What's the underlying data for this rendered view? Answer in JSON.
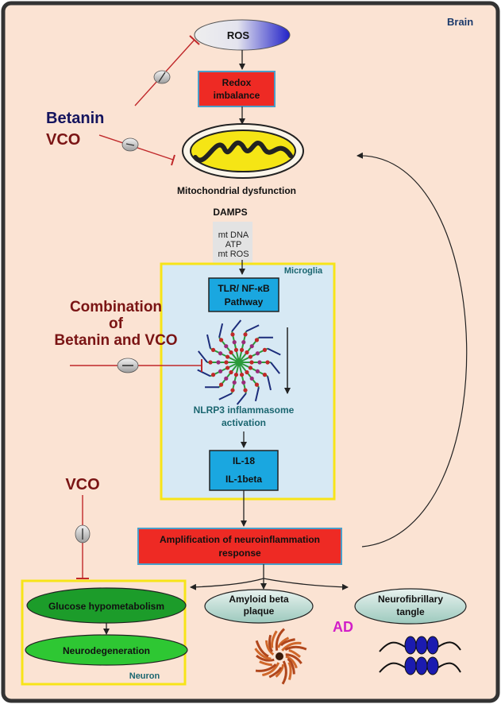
{
  "brain_label": "Brain",
  "ros_label": "ROS",
  "redox_lines": [
    "Redox",
    "imbalance"
  ],
  "betanin_label": "Betanin",
  "vco_label": "VCO",
  "mito_caption": "Mitochondrial dysfunction",
  "damps_title": "DAMPS",
  "damps_items": [
    "mt DNA",
    "ATP",
    "mt ROS"
  ],
  "microglia_label": "Microglia",
  "tlr_lines": [
    "TLR/ NF-κB",
    "Pathway"
  ],
  "combination_lines": [
    "Combination",
    "of",
    "Betanin and VCO"
  ],
  "nlrp3_lines": [
    "NLRP3 inflammasome",
    "activation"
  ],
  "il_lines": [
    "IL-18",
    "IL-1beta"
  ],
  "vco2_label": "VCO",
  "amplification_lines": [
    "Amplification of neuroinflammation",
    "response"
  ],
  "glucose_label": "Glucose hypometabolism",
  "neurodegeneration_label": "Neurodegeneration",
  "neuron_label": "Neuron",
  "amyloid_lines": [
    "Amyloid beta",
    "plaque"
  ],
  "tangle_lines": [
    "Neurofibrillary",
    "tangle"
  ],
  "ad_label": "AD",
  "colors": {
    "background": "#fbe3d3",
    "frame": "#333333",
    "red_box": "#ee2a24",
    "red_box_border": "#4a9ec9",
    "blue_box": "#1aa7e0",
    "microglia_fill": "#d7e9f4",
    "yellow": "#f7e418",
    "dark_red": "#7a1414",
    "navy": "#14145e",
    "teal": "#1b6670",
    "green": "#2ec733",
    "magenta": "#d21ec8"
  }
}
